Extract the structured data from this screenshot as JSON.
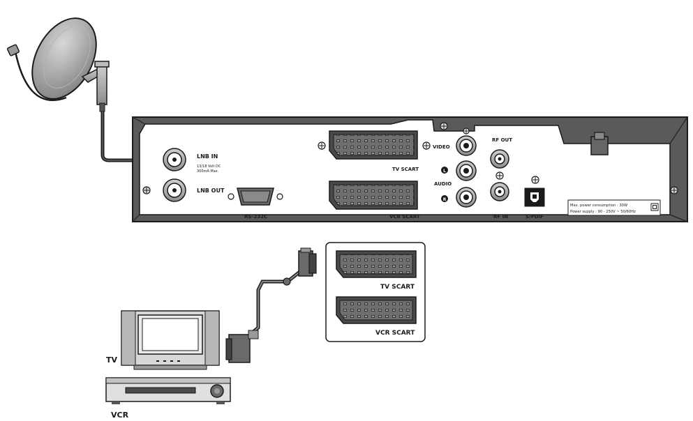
{
  "receiver": {
    "lnb_in": "LNB IN",
    "lnb_spec_line1": "13/18 Volt DC",
    "lnb_spec_line2": "300mA Max.",
    "lnb_out": "LNB OUT",
    "rs232c": "RS-232C",
    "tv_scart": "TV SCART",
    "vcr_scart": "VCR SCART",
    "video": "VIDEO",
    "audio": "AUDIO",
    "audio_left": "L",
    "audio_right": "R",
    "rf_out": "RF OUT",
    "rf_in": "RF IN",
    "spdif": "S/PDIF",
    "power_consumption": "Max. power consumption : 30W",
    "power_supply": "Power supply : 90 - 250V ~ 50/60Hz"
  },
  "callout": {
    "tv_scart": "TV SCART",
    "vcr_scart": "VCR SCART"
  },
  "devices": {
    "tv_label": "TV",
    "vcr_label": "VCR"
  },
  "colors": {
    "chassis": "#5a5a5a",
    "panel": "#ffffff",
    "outline": "#1a1a1a",
    "dish": "#8a8a8a"
  }
}
